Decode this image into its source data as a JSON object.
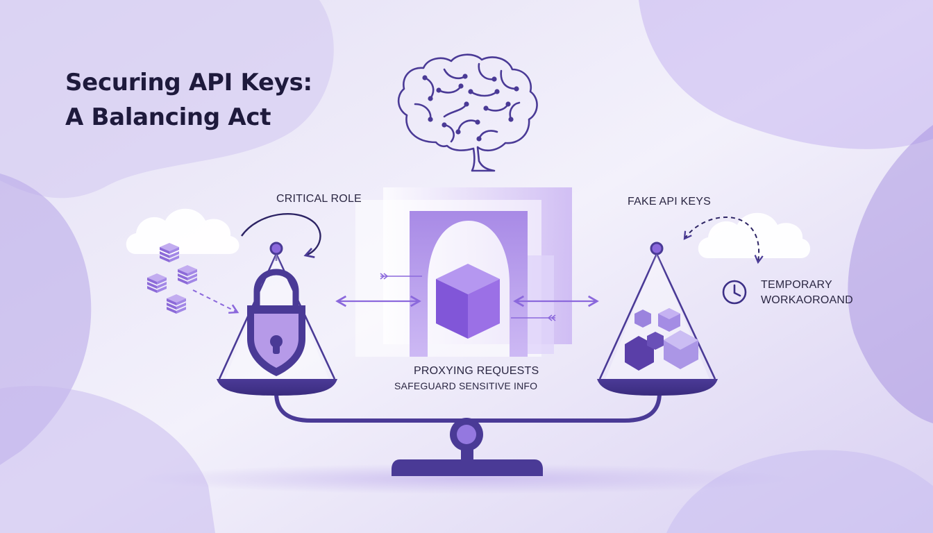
{
  "title": {
    "line1": "Securing API Keys:",
    "line2": "A Balancing Act"
  },
  "labels": {
    "critical_role": "CRITICAL ROLE",
    "fake_api_keys": "FAKE API KEYS",
    "temporary_line1": "TEMPORARY",
    "temporary_line2": "WORKAOROAND",
    "proxying_requests": "PROXYING REQUESTS",
    "safeguard": "SAFEGUARD SENSITIVE INFO"
  },
  "colors": {
    "primary": "#4a3a96",
    "accent": "#8b68dc",
    "light_purple": "#c9b8f2",
    "background": "#efedf8",
    "text": "#1e1a3c"
  },
  "icons": [
    "brain-icon",
    "cloud-icon",
    "database-stack-icon",
    "padlock-shield-icon",
    "cube-icon",
    "clock-icon",
    "hexagon-icon",
    "balance-scale-icon"
  ]
}
